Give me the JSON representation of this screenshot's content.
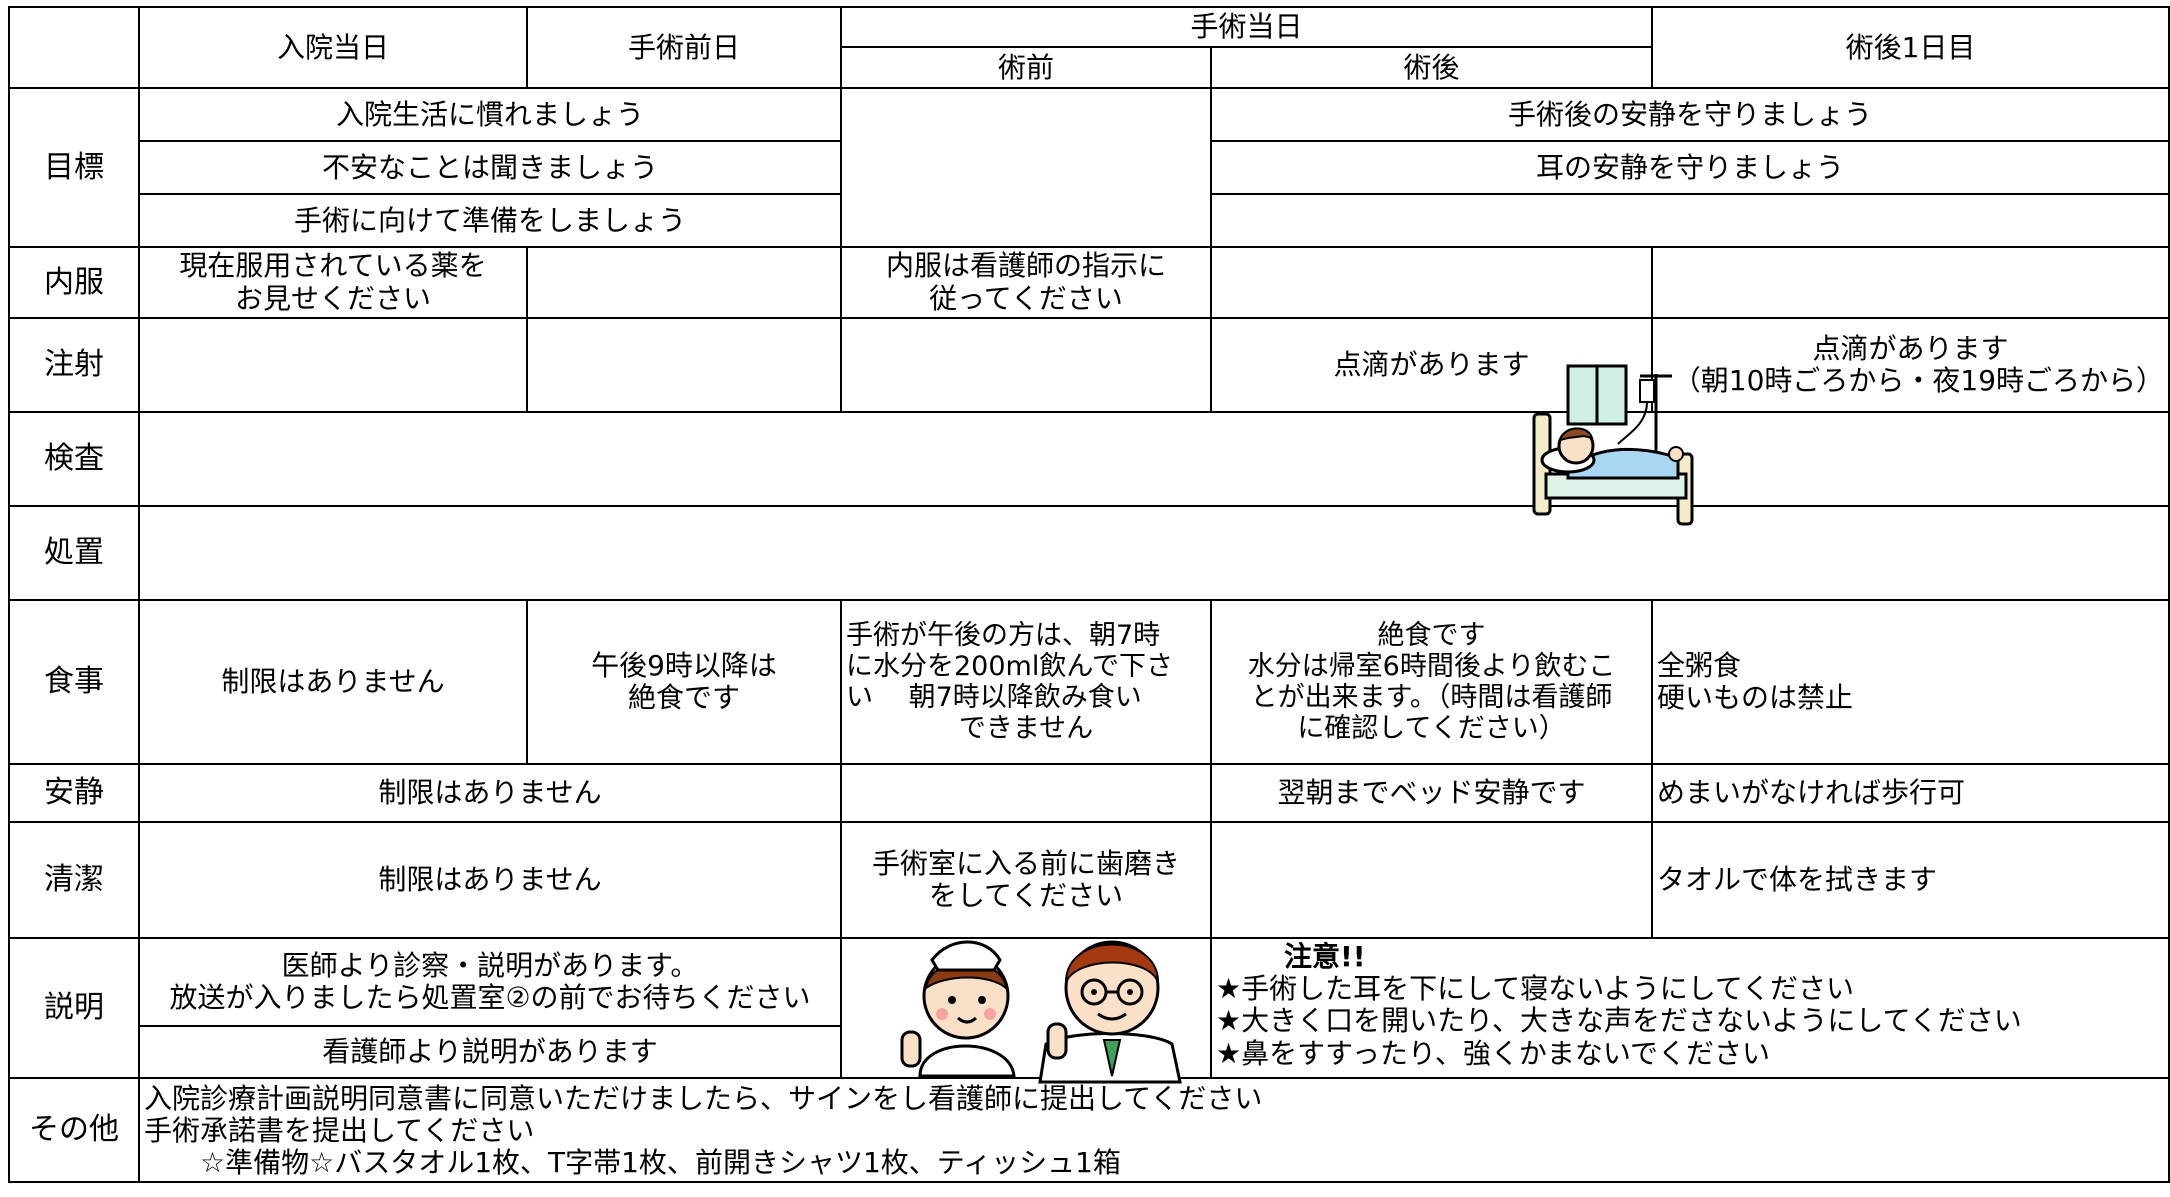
{
  "headers": {
    "day_admission": "入院当日",
    "day_before": "手術前日",
    "day_surgery": "手術当日",
    "pre_op": "術前",
    "post_op": "術後",
    "post_day1": "術後1日目"
  },
  "rows": {
    "goal": {
      "label": "目標",
      "admission_1": "入院生活に慣れましょう",
      "admission_2": "不安なことは聞きましょう",
      "admission_3": "手術に向けて準備をしましょう",
      "post_1": "手術後の安静を守りましょう",
      "post_2": "耳の安静を守りましょう"
    },
    "medication": {
      "label": "内服",
      "admission": [
        "現在服用されている薬を",
        "お見せください"
      ],
      "pre_op": [
        "内服は看護師の指示に",
        "従ってください"
      ]
    },
    "injection": {
      "label": "注射",
      "post_op": "点滴があります",
      "post_day1": [
        "点滴があります",
        "（朝10時ごろから・夜19時ごろから）"
      ]
    },
    "exam": {
      "label": "検査"
    },
    "treatment": {
      "label": "処置"
    },
    "meal": {
      "label": "食事",
      "admission": "制限はありません",
      "day_before": [
        "午後9時以降は",
        "絶食です"
      ],
      "pre_op": [
        "手術が午後の方は、朝7時",
        "に水分を200ml飲んで下さ",
        "い　 朝7時以降飲み食い",
        "できません"
      ],
      "post_op": [
        "絶食です",
        "水分は帰室6時間後より飲むこ",
        "とが出来ます。（時間は看護師",
        "に確認してください）"
      ],
      "post_day1": [
        "全粥食",
        "硬いものは禁止"
      ]
    },
    "rest": {
      "label": "安静",
      "admission": "制限はありません",
      "post_op": "翌朝までベッド安静です",
      "post_day1": "めまいがなければ歩行可"
    },
    "hygiene": {
      "label": "清潔",
      "admission": "制限はありません",
      "pre_op": [
        "手術室に入る前に歯磨き",
        "をしてください"
      ],
      "post_day1": "タオルで体を拭きます"
    },
    "explanation": {
      "label": "説明",
      "doctor": [
        "医師より診察・説明があります。",
        "放送が入りましたら処置室②の前でお待ちください"
      ],
      "nurse": "看護師より説明があります",
      "caution_title": "注意!!",
      "caution": [
        "★手術した耳を下にして寝ないようにしてください",
        "★大きく口を開いたり、大きな声をださないようにしてください",
        "★鼻をすすったり、強くかまないでください"
      ]
    },
    "other": {
      "label": "その他",
      "lines": [
        "入院診療計画説明同意書に同意いただけましたら、サインをし看護師に提出してください",
        "手術承諾書を提出してください",
        "　　☆準備物☆バスタオル1枚、T字帯1枚、前開きシャツ1枚、ティッシュ1箱"
      ]
    }
  }
}
